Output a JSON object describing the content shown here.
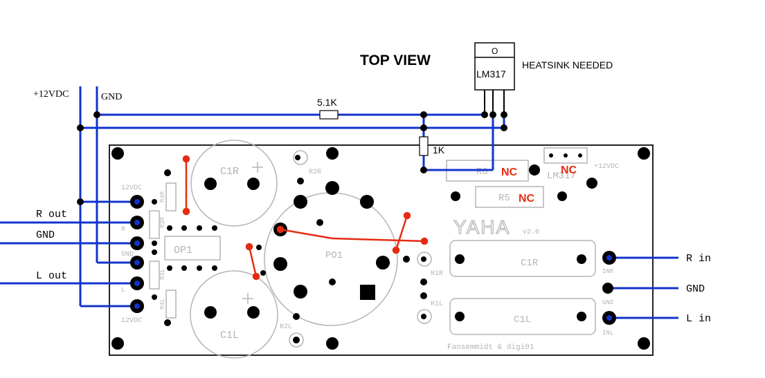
{
  "title": "TOP VIEW",
  "regulator": {
    "name": "LM317",
    "note": "HEATSINK NEEDED",
    "tab_hole": "O"
  },
  "supply": {
    "plus": "+12VDC",
    "gnd": "GND"
  },
  "resistors": {
    "r_top": "5.1K",
    "r_vert": "1K"
  },
  "nc_label": "NC",
  "left_labels": {
    "r_out": "R out",
    "gnd": "GND",
    "l_out": "L out"
  },
  "right_labels": {
    "r_in": "R in",
    "gnd": "GND",
    "l_in": "L in"
  },
  "pcb": {
    "c1r": "C1R",
    "c1l": "C1L",
    "op1": "OP1",
    "po1": "PO1",
    "r2r": "R2R",
    "r2l": "R2L",
    "r1r": "R1R",
    "r1l": "R1L",
    "r4r": "R4R",
    "r3r": "R3R",
    "r4l": "R4L",
    "r3l": "R3L",
    "r6": "R6",
    "r5": "R5",
    "lm317": "LM317",
    "brand": "YAHA",
    "version": "v2.0",
    "cap_big_r": "C1R",
    "cap_big_l": "C1L",
    "pad_12v_top": "12VDC",
    "pad_r": "R",
    "pad_gnd": "GND",
    "pad_l": "L",
    "pad_12v_bot": "12VDC",
    "pad_inr": "INR",
    "pad_gnd_r": "GND",
    "pad_inl": "INL",
    "pad_12v_right": "+12VDC",
    "credits": "Fansemmidt & digi01",
    "plus": "+"
  },
  "colors": {
    "wire": "#1133cc",
    "jumper": "#e62b10",
    "nc": "#e62b10",
    "silk": "#b4b4b4",
    "pad": "#000000"
  }
}
